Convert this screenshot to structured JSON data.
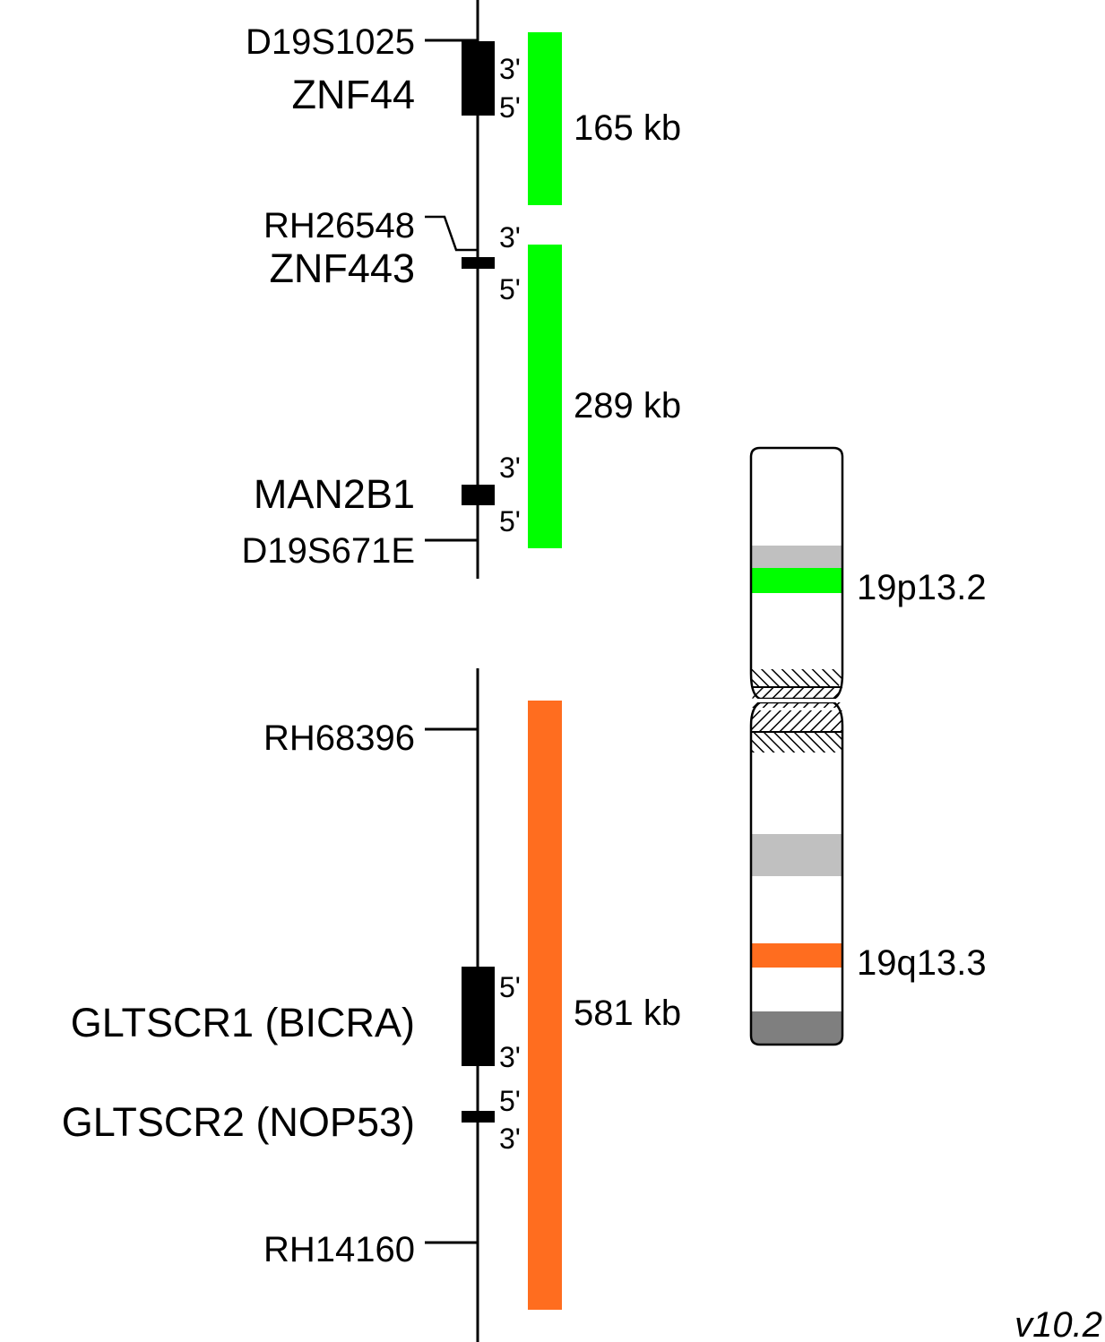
{
  "upper_locus": {
    "markers": [
      {
        "id": "d19s1025",
        "label": "D19S1025"
      },
      {
        "id": "rh26548",
        "label": "RH26548"
      },
      {
        "id": "d19s671e",
        "label": "D19S671E"
      }
    ],
    "genes": [
      {
        "id": "znf44",
        "label": "ZNF44",
        "top_end": "3'",
        "bottom_end": "5'"
      },
      {
        "id": "znf443",
        "label": "ZNF443",
        "top_end": "3'",
        "bottom_end": "5'"
      },
      {
        "id": "man2b1",
        "label": "MAN2B1",
        "top_end": "3'",
        "bottom_end": "5'"
      }
    ],
    "probes": [
      {
        "id": "probe-165",
        "label": "165 kb",
        "color": "#00ff00"
      },
      {
        "id": "probe-289",
        "label": "289 kb",
        "color": "#00ff00"
      }
    ]
  },
  "lower_locus": {
    "markers": [
      {
        "id": "rh68396",
        "label": "RH68396"
      },
      {
        "id": "rh14160",
        "label": "RH14160"
      }
    ],
    "genes": [
      {
        "id": "gltscr1",
        "label": "GLTSCR1 (BICRA)",
        "top_end": "5'",
        "bottom_end": "3'"
      },
      {
        "id": "gltscr2",
        "label": "GLTSCR2 (NOP53)",
        "top_end": "5'",
        "bottom_end": "3'"
      }
    ],
    "probes": [
      {
        "id": "probe-581",
        "label": "581 kb",
        "color": "#ff6d1f"
      }
    ]
  },
  "ideogram": {
    "band_p": {
      "label": "19p13.2",
      "color": "#00ff00"
    },
    "band_q": {
      "label": "19q13.3",
      "color": "#ff6d1f"
    },
    "light_band_color": "#c0c0c0",
    "dark_band_color": "#7f7f7f"
  },
  "version": "v10.2"
}
